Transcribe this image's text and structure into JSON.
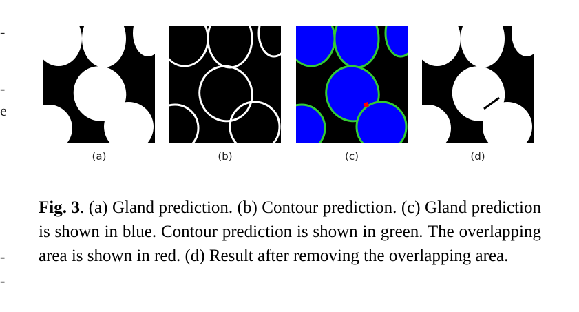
{
  "figure": {
    "subfigures": [
      {
        "id": "a",
        "label": "(a)"
      },
      {
        "id": "b",
        "label": "(b)"
      },
      {
        "id": "c",
        "label": "(c)"
      },
      {
        "id": "d",
        "label": "(d)"
      }
    ],
    "caption": {
      "label": "Fig. 3",
      "text": ".  (a) Gland prediction.  (b) Contour prediction.  (c) Gland prediction is shown in blue.  Contour prediction is shown in green.  The overlapping area is shown in red.  (d) Result after removing the overlapping area."
    }
  },
  "colors": {
    "background_mask": "#000000",
    "gland": "#ffffff",
    "gland_overlay": "#0000ff",
    "contour": "#33cc33",
    "overlap": "#ff0000"
  },
  "margin_fragments": [
    "-",
    "-",
    "e",
    "-",
    "-"
  ]
}
